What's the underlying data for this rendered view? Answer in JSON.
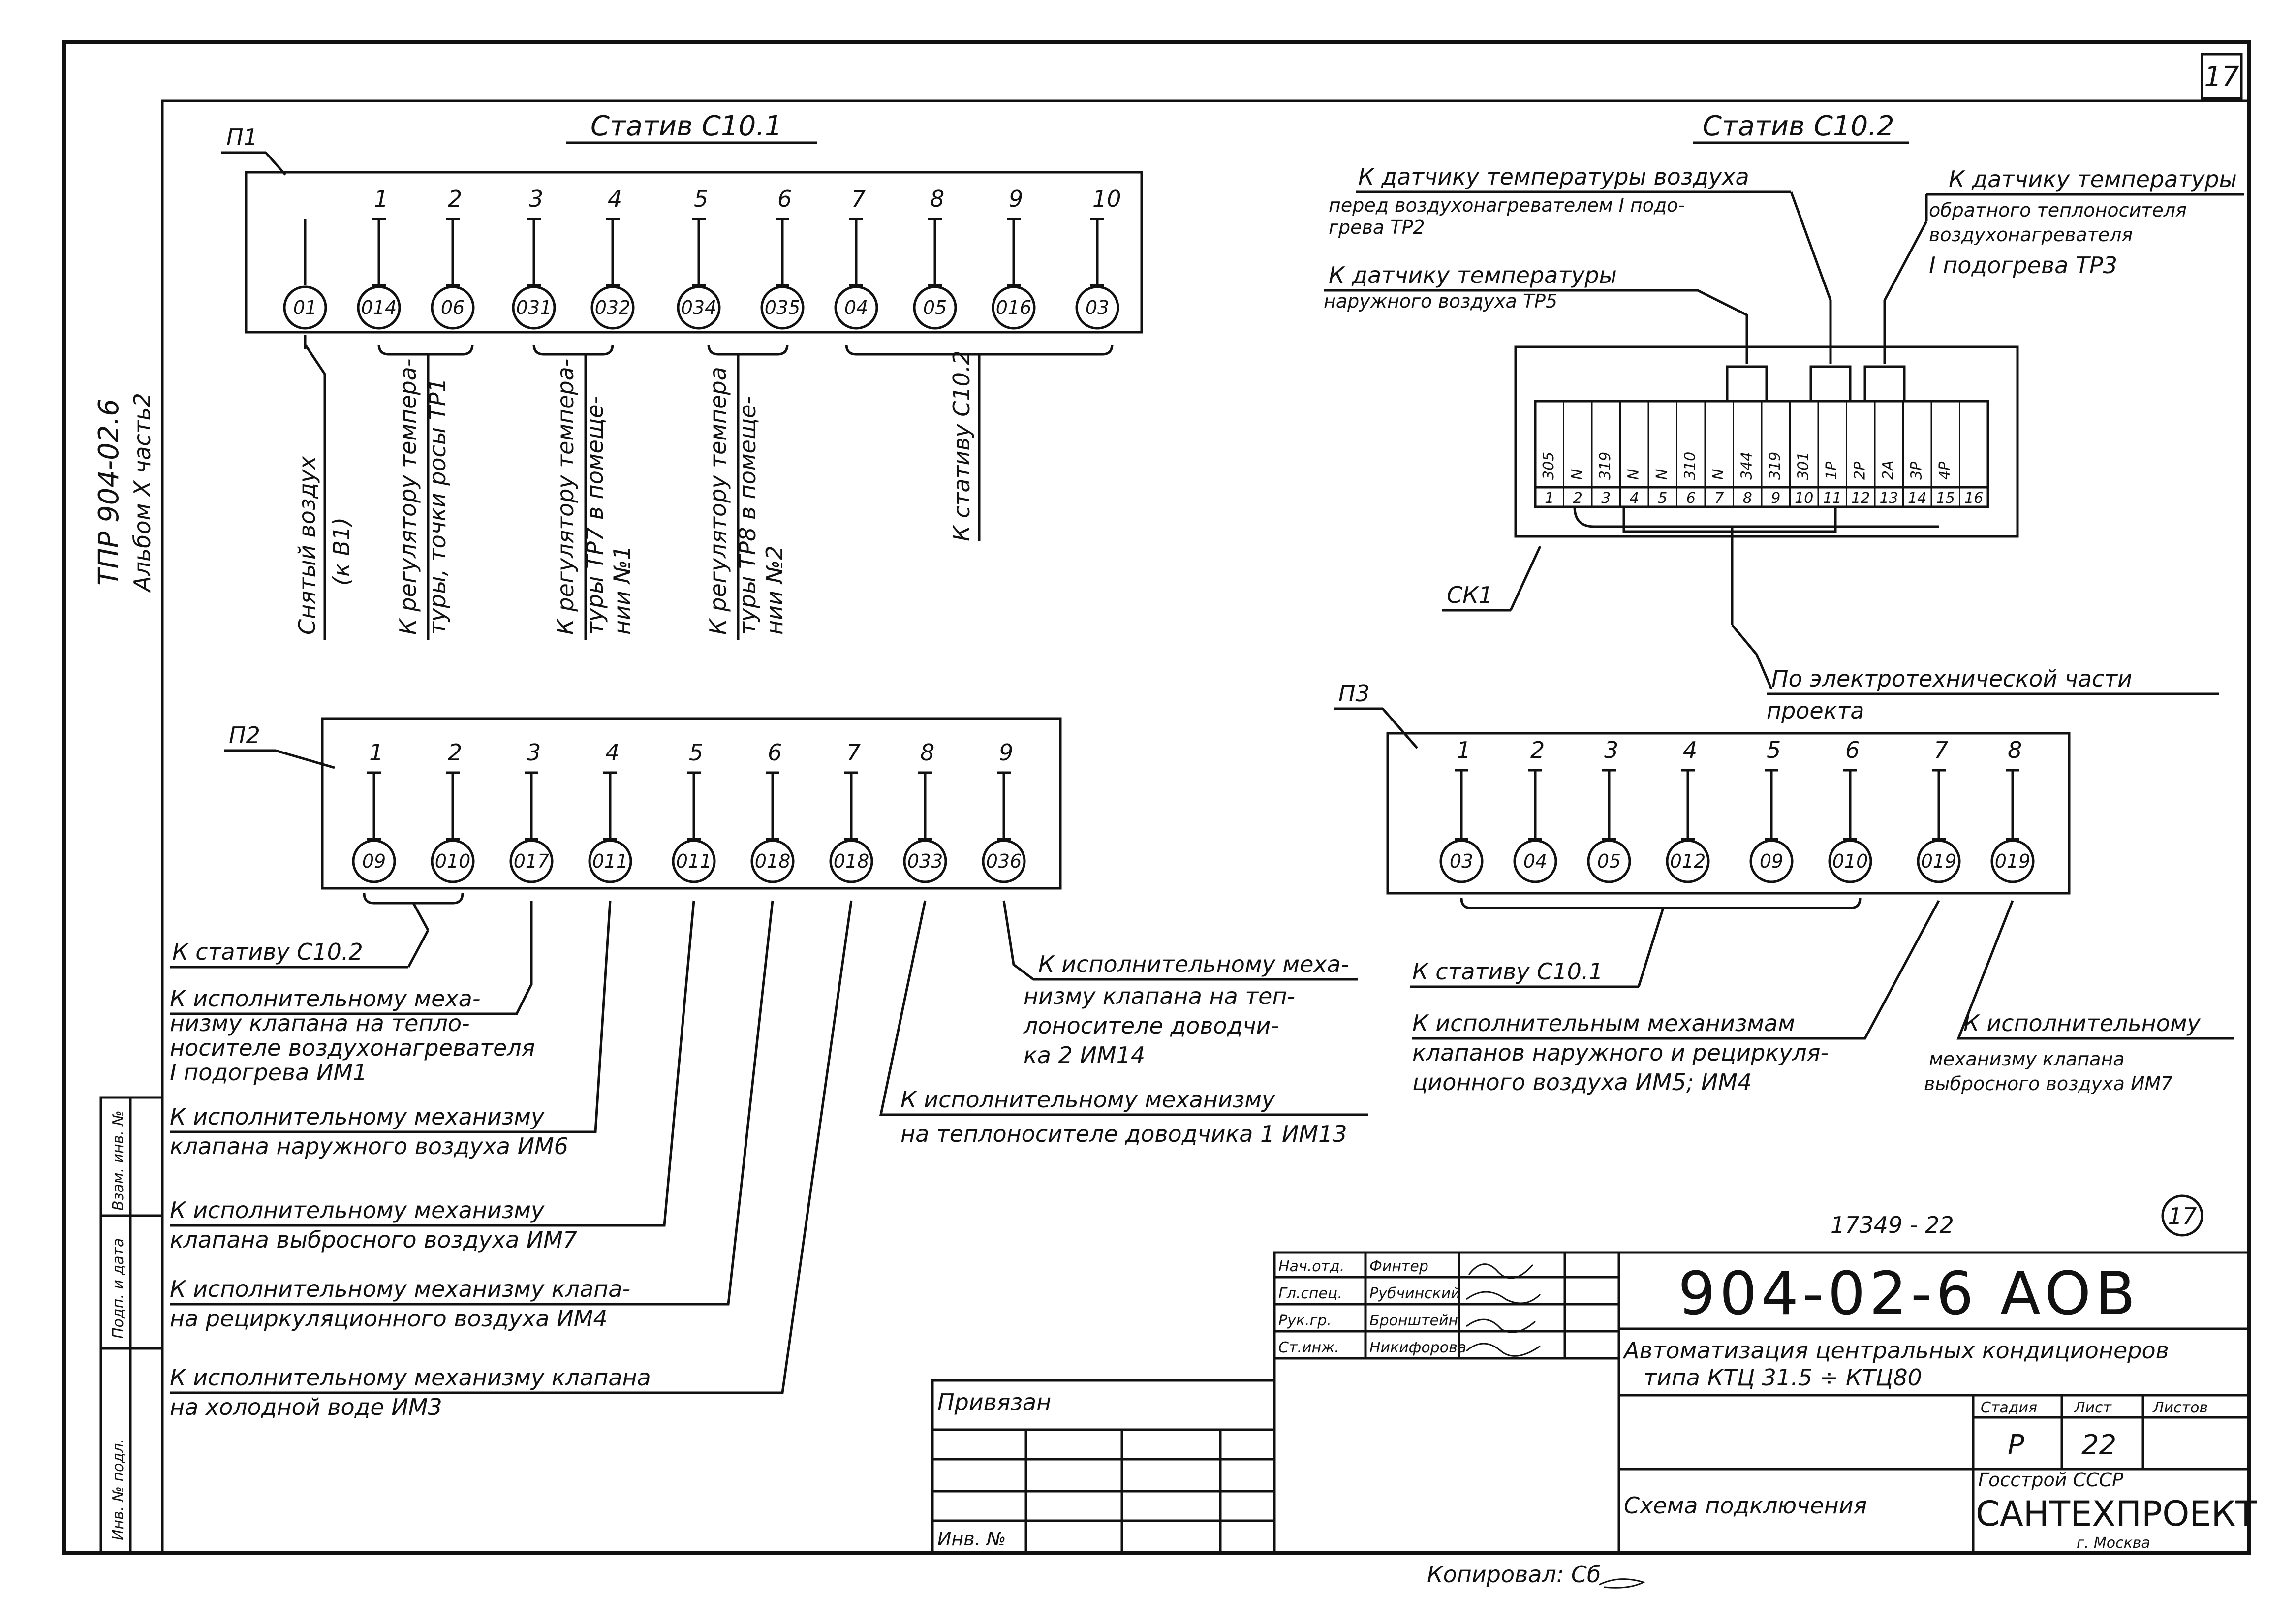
{
  "sheet_mark": "17",
  "sheet_mark_2": "17",
  "album": {
    "line1": "ТПР 904-02.6",
    "line2": "Альбом X часть2"
  },
  "p1": {
    "tag": "П1",
    "title": "Статив С10.1",
    "numbers": [
      "1",
      "2",
      "3",
      "4",
      "5",
      "6",
      "7",
      "8",
      "9",
      "10"
    ],
    "circles": [
      "01",
      "014",
      "06",
      "031",
      "032",
      "034",
      "035",
      "04",
      "05",
      "016",
      "03"
    ],
    "notes": [
      "Снятый воздух",
      "(к В1)",
      "К регулятору темпера-",
      "туры, точки росы ТР1",
      "К регулятору темпера-",
      "туры ТР7 в помеще-",
      "нии №1",
      "К регулятору темпера",
      "туры ТР8 в помеще-",
      "нии №2",
      "К стативу С10.2"
    ]
  },
  "p2": {
    "tag": "П2",
    "numbers": [
      "1",
      "2",
      "3",
      "4",
      "5",
      "6",
      "7",
      "8",
      "9"
    ],
    "circles": [
      "09",
      "010",
      "017",
      "011",
      "011",
      "018",
      "018",
      "033",
      "036"
    ],
    "to_stand": "К стативу С10.2",
    "notes": [
      "К исполнительному меха-",
      "низму клапана на тепло-",
      "носителе воздухонагревателя",
      "I подогрева ИМ1",
      "К исполнительному механизму",
      "клапана наружного воздуха ИМ6",
      "К исполнительному механизму",
      "клапана выбросного воздуха ИМ7",
      "К исполнительному механизму клапа-",
      "на рециркуляционного воздуха ИМ4",
      "К исполнительному механизму клапана",
      "на холодной воде ИМ3",
      "К исполнительному механизму",
      "на теплоносителе доводчика 1  ИМ13",
      "К исполнительному меха-",
      "низму клапана на теп-",
      "лоносителе доводчи-",
      "ка 2   ИМ14"
    ]
  },
  "c102": {
    "title": "Статив С10.2",
    "notes": [
      "К датчику температуры воздуха",
      "перед воздухонагревателем I подо-",
      "грева ТР2",
      "К датчику температуры",
      "наружного воздуха ТР5",
      "К датчику температуры",
      "обратного теплоносителя",
      "воздухонагревателя",
      "I подогрева ТР3"
    ],
    "terminal_top": [
      "305",
      "N",
      "319",
      "N",
      "N",
      "310",
      "N",
      "344",
      "319",
      "301",
      "1P",
      "2P",
      "2A",
      "3P",
      "4P"
    ],
    "terminal_bottom": [
      "1",
      "2",
      "3",
      "4",
      "5",
      "6",
      "7",
      "8",
      "9",
      "10",
      "11",
      "12",
      "13",
      "14",
      "15",
      "16"
    ],
    "ck": "СК1",
    "electro1": "По электротехнической части",
    "electro2": "проекта"
  },
  "p3": {
    "tag": "П3",
    "numbers": [
      "1",
      "2",
      "3",
      "4",
      "5",
      "6",
      "7",
      "8"
    ],
    "circles": [
      "03",
      "04",
      "05",
      "012",
      "09",
      "010",
      "019",
      "019"
    ],
    "to_stand": "К стативу С10.1",
    "notes": [
      "К исполнительным механизмам",
      "клапанов наружного и рециркуля-",
      "ционного воздуха ИМ5; ИМ4",
      "К исполнительному",
      "механизму клапана",
      "выбросного воздуха ИМ7"
    ]
  },
  "stamp": {
    "order_no": "17349 - 22",
    "code": "904-02-6  АОВ",
    "roles": [
      "Нач.отд.",
      "Гл.спец.",
      "Рук.гр.",
      "Ст.инж."
    ],
    "names": [
      "Финтер",
      "Рубчинский",
      "Бронштейн",
      "Никифорова"
    ],
    "title1": "Автоматизация центральных кондиционеров",
    "title2": "типа КТЦ 31.5 ÷ КТЦ80",
    "stage_hdr": "Стадия",
    "sheet_hdr": "Лист",
    "sheets_hdr": "Листов",
    "stage": "Р",
    "sheet": "22",
    "sheets": "",
    "subject": "Схема подключения",
    "org1": "Госстрой    СССР",
    "org2": "САНТЕХПРОЕКТ",
    "org3": "г. Москва",
    "privyazan": "Привязан",
    "inv": "Инв. №",
    "side": [
      "Взам. инв. №",
      "Подп. и дата",
      "Инв. № подл."
    ],
    "copied": "Копировал: Сб"
  }
}
